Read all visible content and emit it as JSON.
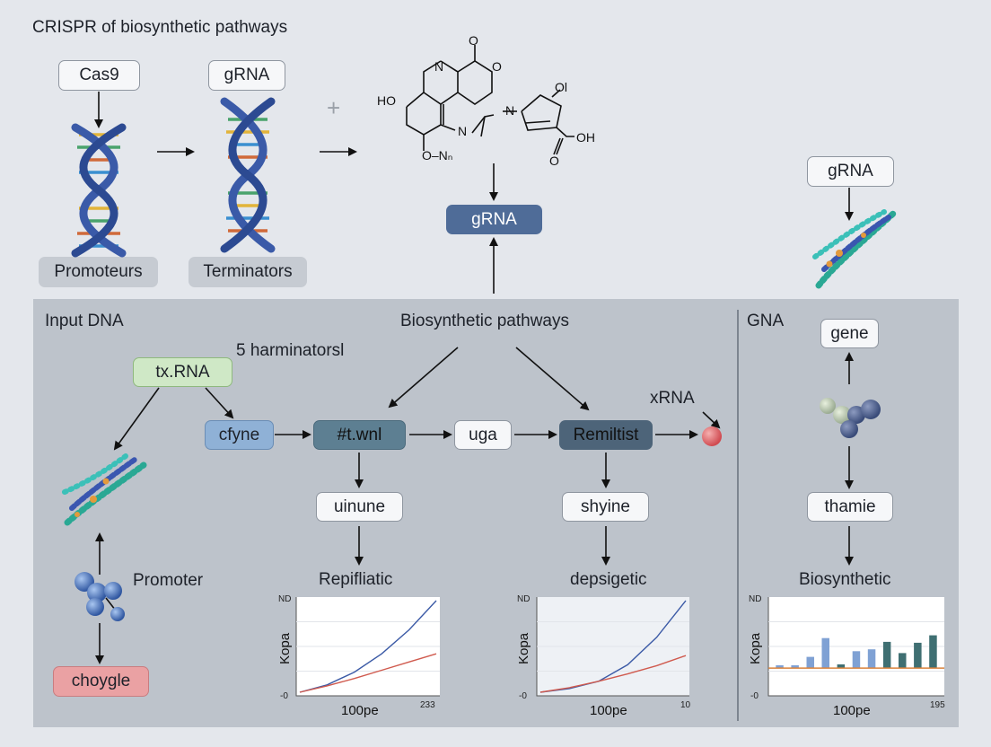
{
  "title": "CRISPR of biosynthetic pathways",
  "top": {
    "cas9": "Cas9",
    "grna_top": "gRNA",
    "promoters": "Promoteurs",
    "terminators": "Terminators",
    "plus": "+",
    "grna_center": "gRNA",
    "grna_right": "gRNA",
    "molecule": {
      "ho": "HO",
      "n1": "N",
      "n2": "N",
      "o_top": "O",
      "o_side": "O",
      "ol": "Ol",
      "ooh": "OH",
      "o_bot": "O",
      "on": "O–Nₙ"
    }
  },
  "panel": {
    "input_dna": "Input DNA",
    "biosynthetic_pathways": "Biosynthetic pathways",
    "harminators": "5 harminatorsl",
    "txrna": "tx.RNA",
    "cfyne": "cfyne",
    "twnl": "#t.wnl",
    "uga": "uga",
    "remiltist": "Remiltist",
    "xrna": "xRNA",
    "uinune": "uinune",
    "shyine": "shyine",
    "promoter": "Promoter",
    "choygle": "choygle",
    "repifliatic": "Repifliatic",
    "depsigetic": "depsigetic",
    "gna": "GNA",
    "gene": "gene",
    "thamie": "thamie",
    "biosynthetic": "Biosynthetic"
  },
  "chart_data": [
    {
      "type": "line",
      "ylabel": "Kopa",
      "xlabel": "100pe",
      "ytick_top": "ND",
      "ytick_bottom": "-0",
      "xtick_right": "233",
      "series": [
        {
          "color": "#3b5aa6",
          "x": [
            0,
            0.2,
            0.4,
            0.6,
            0.8,
            1
          ],
          "y": [
            0,
            0.08,
            0.22,
            0.42,
            0.68,
            1
          ]
        },
        {
          "color": "#d05a4e",
          "x": [
            0,
            0.2,
            0.4,
            0.6,
            0.8,
            1
          ],
          "y": [
            0,
            0.07,
            0.15,
            0.24,
            0.33,
            0.42
          ]
        }
      ]
    },
    {
      "type": "line",
      "ylabel": "Kopa",
      "xlabel": "100pe",
      "ytick_top": "ND",
      "ytick_bottom": "-0",
      "xtick_right": "10",
      "series": [
        {
          "color": "#3b5aa6",
          "x": [
            0,
            0.2,
            0.4,
            0.6,
            0.8,
            1
          ],
          "y": [
            0,
            0.04,
            0.12,
            0.3,
            0.6,
            1
          ]
        },
        {
          "color": "#d05a4e",
          "x": [
            0,
            0.2,
            0.4,
            0.6,
            0.8,
            1
          ],
          "y": [
            0,
            0.05,
            0.12,
            0.2,
            0.29,
            0.4
          ]
        }
      ]
    },
    {
      "type": "bar",
      "ylabel": "Kopa",
      "xlabel": "100pe",
      "ytick_top": "ND",
      "ytick_bottom": "-0",
      "xtick_right": "195",
      "values": [
        0.03,
        0.03,
        0.12,
        0.32,
        0.04,
        0.18,
        0.2,
        0.28,
        0.16,
        0.27,
        0.35
      ],
      "colors": [
        "#7fa1d4",
        "#7fa1d4",
        "#7fa1d4",
        "#7fa1d4",
        "#3f6f72",
        "#7fa1d4",
        "#7fa1d4",
        "#3f6f72",
        "#3f6f72",
        "#3f6f72",
        "#3f6f72"
      ],
      "baseline": 0.03
    }
  ]
}
